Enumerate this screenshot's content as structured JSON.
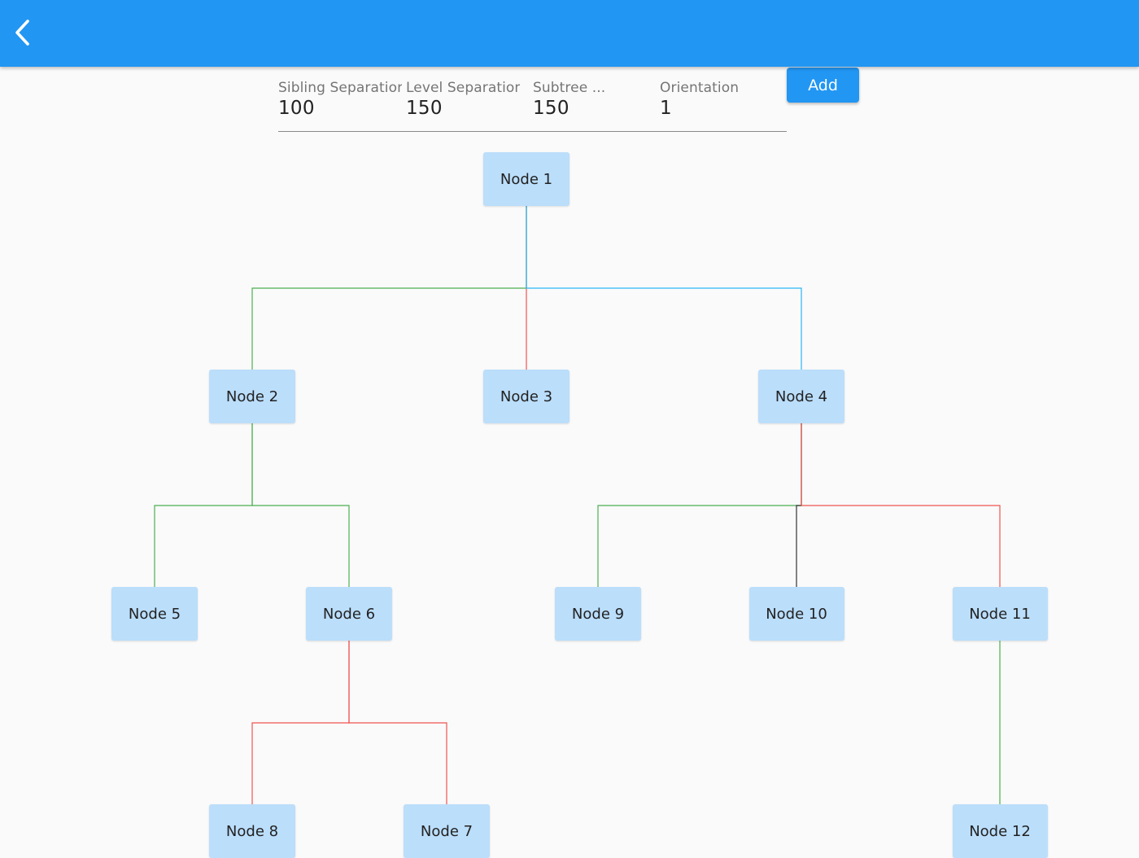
{
  "appbar": {
    "back_icon": "arrow-back-icon",
    "color": "#2196f3"
  },
  "settings": {
    "fields": [
      {
        "id": "sibling",
        "label": "Sibling Separation",
        "value": "100"
      },
      {
        "id": "level",
        "label": "Level Separation",
        "value": "150"
      },
      {
        "id": "subtree",
        "label": "Subtree ...",
        "value": "150"
      },
      {
        "id": "orientation",
        "label": "Orientation",
        "value": "1"
      }
    ],
    "add_label": "Add"
  },
  "graph": {
    "node_color": "#bbdefb",
    "nodes": [
      {
        "id": "n1",
        "label": "Node 1"
      },
      {
        "id": "n2",
        "label": "Node 2"
      },
      {
        "id": "n3",
        "label": "Node 3"
      },
      {
        "id": "n4",
        "label": "Node 4"
      },
      {
        "id": "n5",
        "label": "Node 5"
      },
      {
        "id": "n6",
        "label": "Node 6"
      },
      {
        "id": "n9",
        "label": "Node 9"
      },
      {
        "id": "n10",
        "label": "Node 10"
      },
      {
        "id": "n11",
        "label": "Node 11"
      },
      {
        "id": "n8",
        "label": "Node 8"
      },
      {
        "id": "n7",
        "label": "Node 7"
      },
      {
        "id": "n12",
        "label": "Node 12"
      }
    ],
    "edges": [
      {
        "from": "n1",
        "to": "n2",
        "color": "#4caf50"
      },
      {
        "from": "n1",
        "to": "n3",
        "color": "#ef5350"
      },
      {
        "from": "n1",
        "to": "n4",
        "color": "#29b6f6"
      },
      {
        "from": "n2",
        "to": "n5",
        "color": "#4caf50"
      },
      {
        "from": "n2",
        "to": "n6",
        "color": "#4caf50"
      },
      {
        "from": "n4",
        "to": "n9",
        "color": "#4caf50"
      },
      {
        "from": "n4",
        "to": "n10",
        "color": "#333333"
      },
      {
        "from": "n4",
        "to": "n11",
        "color": "#ef5350"
      },
      {
        "from": "n6",
        "to": "n8",
        "color": "#ef5350"
      },
      {
        "from": "n6",
        "to": "n7",
        "color": "#ef5350"
      },
      {
        "from": "n11",
        "to": "n12",
        "color": "#4caf50"
      }
    ]
  }
}
